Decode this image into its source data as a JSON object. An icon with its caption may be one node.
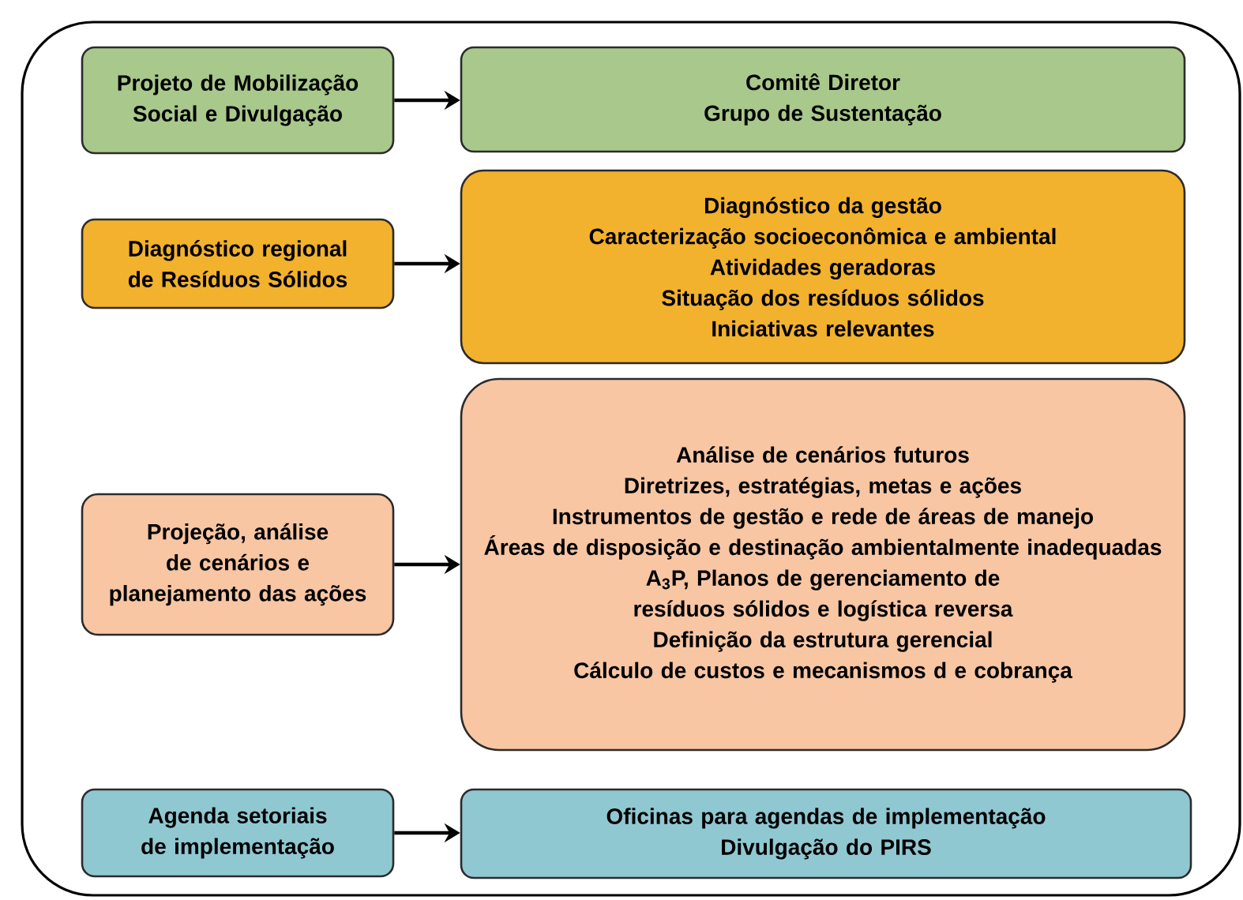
{
  "diagram": {
    "nodes": [
      {
        "text": [
          "Projeto de Mobilização Social e Divulgação"
        ]
      },
      {
        "text": [
          "Comitê Diretor",
          "Grupo  de Sustentação"
        ]
      },
      {
        "text": [
          "Diagnóstico regional de Resíduos Sólidos"
        ]
      },
      {
        "text": [
          "Diagnóstico da gestão",
          "Caracterização socioeconômica e ambiental",
          "Atividades geradoras",
          "Situação dos resíduos sólidos",
          "Iniciativas relevantes"
        ]
      },
      {
        "text": [
          "Projeção, análise de cenários e planejamento das ações"
        ]
      },
      {
        "text": [
          "Análise de cenários futuros",
          "Diretrizes, estratégias, metas e ações",
          "Instrumentos de gestão e rede de áreas de manejo",
          "Áreas de disposição e destinação ambientalmente inadequadas",
          "A$_{3}$P, Planos de gerenciamento de resíduos sólidos e logística reversa",
          "Definição da estrutura gerencial",
          "Cálculo de custos e mecanismos d e cobrança"
        ]
      },
      {
        "text": [
          "Agenda setoriais de implementação"
        ]
      },
      {
        "text": [
          "Oficinas para agendas de implementação",
          "Divulgação do PIRS"
        ]
      }
    ],
    "edges": [
      {
        "from": 0,
        "to": 1,
        "arrow": "to"
      },
      {
        "from": 2,
        "to": 3,
        "arrow": "to"
      },
      {
        "from": 4,
        "to": 5,
        "arrow": "to"
      },
      {
        "from": 6,
        "to": 7,
        "arrow": "to"
      }
    ]
  }
}
